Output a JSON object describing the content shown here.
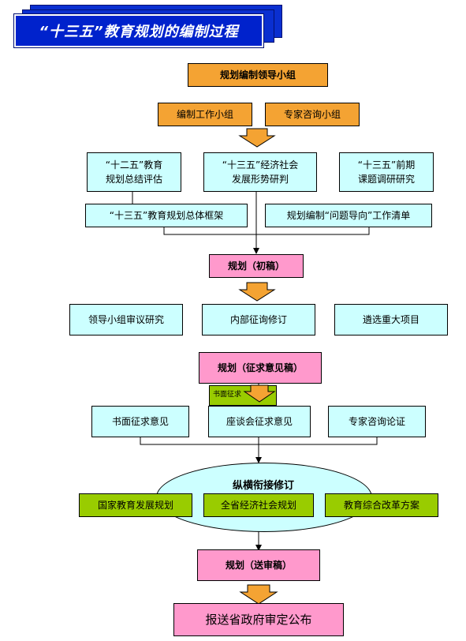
{
  "title": "“十三五”教育规划的编制过程",
  "colors": {
    "title_blue": "#0022cc",
    "orange": "#f4a333",
    "cyan": "#ccffff",
    "pink": "#ff99cc",
    "green": "#99cc00"
  },
  "org": {
    "leading_group": "规划编制领导小组",
    "work_group": "编制工作小组",
    "expert_group": "专家咨询小组"
  },
  "research": {
    "review_12th": "“十二五”教育\n规划总结评估",
    "situation_13th": "“十三五”经济社会\n发展形势研判",
    "topics_13th": "“十三五”前期\n课题调研研究",
    "framework": "“十三五”教育规划总体框架",
    "problem_list": "规划编制“问题导向”工作清单"
  },
  "draft1": "规划（初稿）",
  "stage2": {
    "leader_review": "领导小组审议研究",
    "internal_revise": "内部征询修订",
    "select_projects": "遴选重大项目"
  },
  "draft2": "规划（征求意见稿）",
  "overlay_label": "书面征求",
  "stage3": {
    "written": "书面征求意见",
    "forum": "座谈会征求意见",
    "expert_review": "专家咨询论证"
  },
  "crossrev": {
    "label": "纵横衔接修订",
    "national": "国家教育发展规划",
    "provincial": "全省经济社会规划",
    "reform": "教育综合改革方案"
  },
  "draft3": "规划（送审稿）",
  "final": "报送省政府审定公布"
}
